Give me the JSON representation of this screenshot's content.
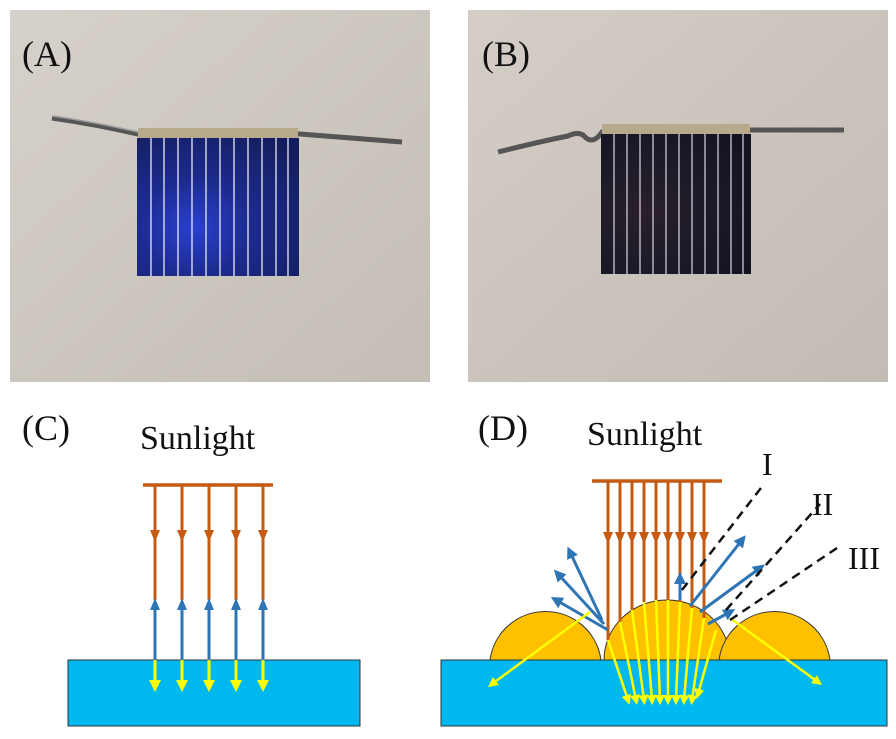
{
  "panels": {
    "a": {
      "label": "(A)"
    },
    "b": {
      "label": "(B)"
    },
    "c": {
      "label": "(C)",
      "sunlight": "Sunlight"
    },
    "d": {
      "label": "(D)",
      "sunlight": "Sunlight",
      "markers": [
        "I",
        "II",
        "III"
      ]
    }
  },
  "colors": {
    "substrate": "#00b8f0",
    "dome": "#ffc000",
    "incident_ray": "#c55a11",
    "reflected_ray": "#2e75b6",
    "transmitted_ray": "#ffff00",
    "cell_a": "#1e2a7a",
    "cell_b": "#1a1826",
    "wall": "#cfc9c1"
  }
}
